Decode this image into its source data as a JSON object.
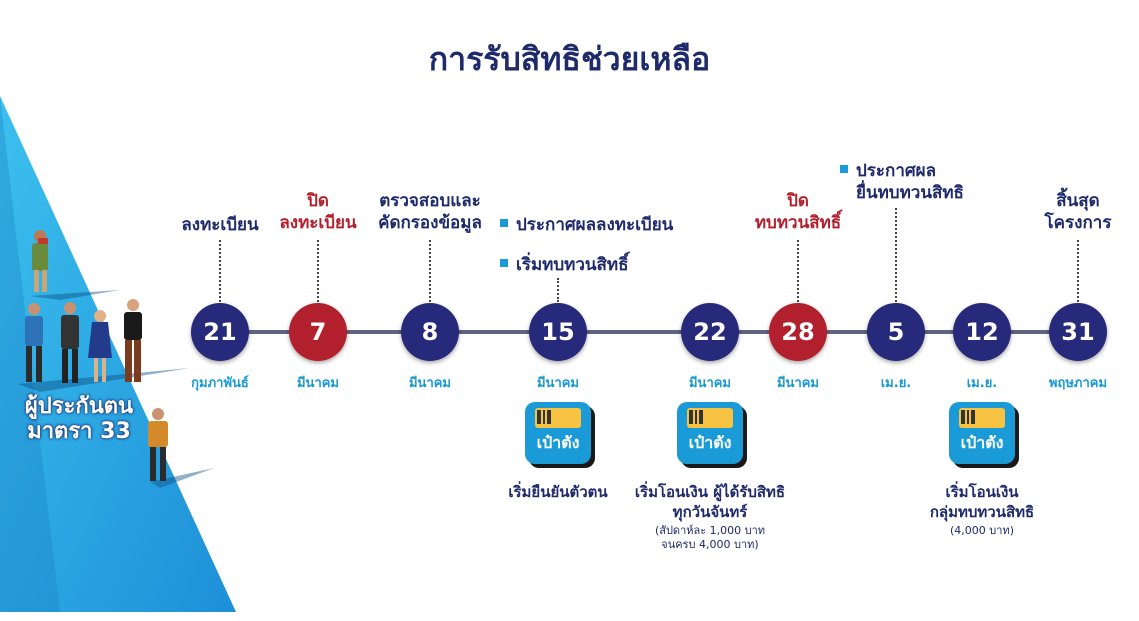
{
  "title": "การรับสิทธิช่วยเหลือ",
  "section33_label_line1": "ผู้ประกันตน",
  "section33_label_line2": "มาตรา 33",
  "app_name": "เป๋าตัง",
  "timeline": [
    {
      "day": "21",
      "month": "กุมภาพันธ์",
      "color": "navy",
      "label_lines": [
        "ลงทะเบียน"
      ]
    },
    {
      "day": "7",
      "month": "มีนาคม",
      "color": "red",
      "label_lines": [
        "ปิด",
        "ลงทะเบียน"
      ]
    },
    {
      "day": "8",
      "month": "มีนาคม",
      "color": "navy",
      "label_lines": [
        "ตรวจสอบและ",
        "คัดกรองข้อมูล"
      ]
    },
    {
      "day": "15",
      "month": "มีนาคม",
      "color": "navy",
      "bullets": [
        "ประกาศผลลงทะเบียน",
        "เริ่มทบทวนสิทธิ์"
      ],
      "caption_lines": [
        "เริ่มยืนยันตัวตน"
      ],
      "sub_lines": []
    },
    {
      "day": "22",
      "month": "มีนาคม",
      "color": "navy",
      "caption_lines": [
        "เริ่มโอนเงิน ผู้ได้รับสิทธิ",
        "ทุกวันจันทร์"
      ],
      "sub_lines": [
        "(สัปดาห์ละ 1,000 บาท",
        "จนครบ 4,000 บาท)"
      ]
    },
    {
      "day": "28",
      "month": "มีนาคม",
      "color": "red",
      "label_lines": [
        "ปิด",
        "ทบทวนสิทธิ์"
      ]
    },
    {
      "day": "5",
      "month": "เม.ย.",
      "color": "navy",
      "bullets": [
        "ประกาศผล",
        "ยื่นทบทวนสิทธิ"
      ]
    },
    {
      "day": "12",
      "month": "เม.ย.",
      "color": "navy",
      "caption_lines": [
        "เริ่มโอนเงิน",
        "กลุ่มทบทวนสิทธิ"
      ],
      "sub_lines": [
        "(4,000 บาท)"
      ]
    },
    {
      "day": "31",
      "month": "พฤษภาคม",
      "color": "navy",
      "label_lines": [
        "สิ้นสุด",
        "โครงการ"
      ]
    }
  ],
  "colors": {
    "navy": "#27297a",
    "red": "#b21f2d",
    "accent_blue": "#1a9ad6",
    "title": "#1f2a6b"
  }
}
